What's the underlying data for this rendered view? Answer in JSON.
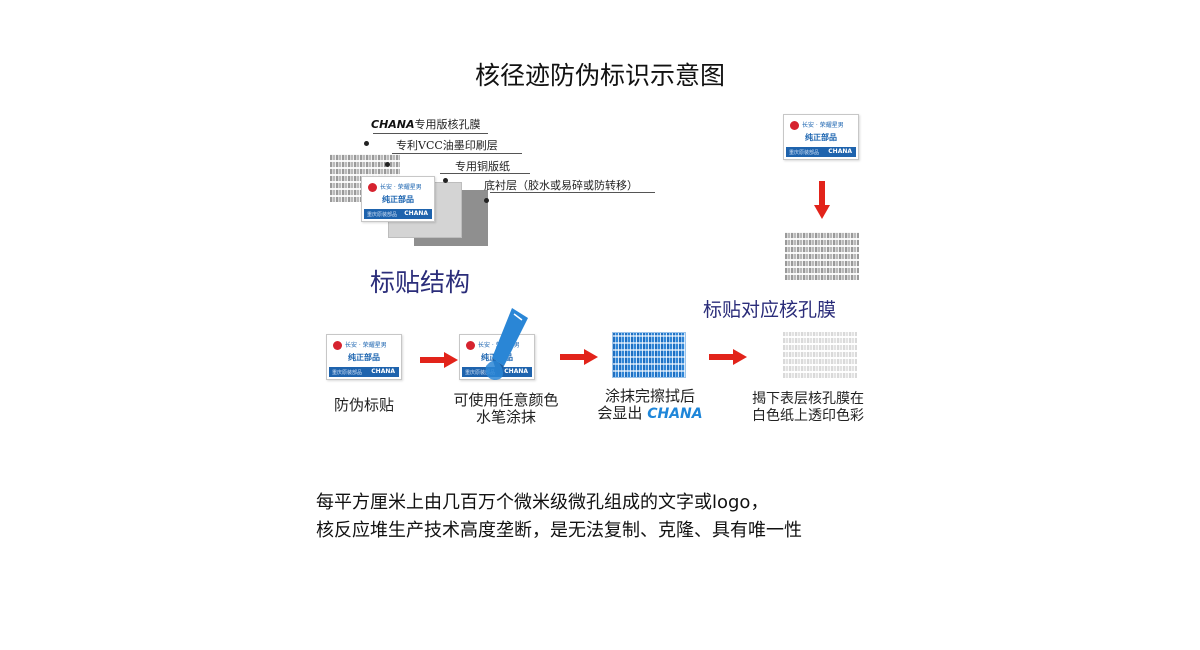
{
  "title": "核径迹防伪标识示意图",
  "structure": {
    "section_label": "标贴结构",
    "layers": [
      {
        "brand": "CHANA",
        "text": "专用版核孔膜"
      },
      {
        "text": "专利VCC油墨印刷层"
      },
      {
        "text": "专用铜版纸"
      },
      {
        "text": "底衬层（胶水或易碎或防转移）"
      }
    ]
  },
  "label": {
    "brand": "长安 · 荣耀星男",
    "genuine": "纯正部品",
    "strip_text": "CHANA",
    "strip_left": "重庆原装部品"
  },
  "film": {
    "section_label": "标贴对应核孔膜"
  },
  "steps": [
    {
      "caption_lines": [
        "防伪标贴"
      ]
    },
    {
      "caption_lines": [
        "可使用任意颜色",
        "水笔涂抹"
      ]
    },
    {
      "caption_lines": [
        "涂抹完擦拭后",
        "会显出"
      ],
      "brand": "CHANA"
    },
    {
      "caption_lines": [
        "揭下表层核孔膜在",
        "白色纸上透印色彩"
      ]
    }
  ],
  "description": {
    "line1": "每平方厘米上由几百万个微米级微孔组成的文字或logo，",
    "line2": "核反应堆生产技术高度垄断，是无法复制、克隆、具有唯一性"
  },
  "colors": {
    "arrow": "#e2231a",
    "label_blue": "#1b64b0",
    "section_text": "#2b2d7a",
    "logo_red": "#d6232f"
  }
}
